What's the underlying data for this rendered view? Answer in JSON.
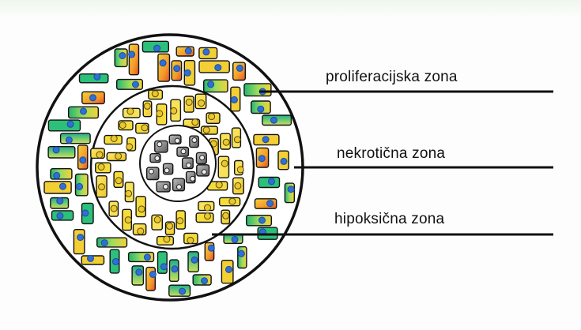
{
  "labels": {
    "proliferative_zone": "proliferacijska zona",
    "necrotic_zone": "nekrotična zona",
    "hypoxic_zone": "hipoksična zona"
  },
  "colors": {
    "outline": "#111111",
    "proliferating_cell_fill": [
      "#22b573",
      "#7fd36b",
      "#f3d23a",
      "#f59a2a",
      "#e25b2a"
    ],
    "proliferating_cell_nucleus": "#2f6fd6",
    "hypoxic_cell_fill": "#f4dc3b",
    "necrotic_cell_fill": "#8a8a8a",
    "ring_background": "#ffffff"
  }
}
